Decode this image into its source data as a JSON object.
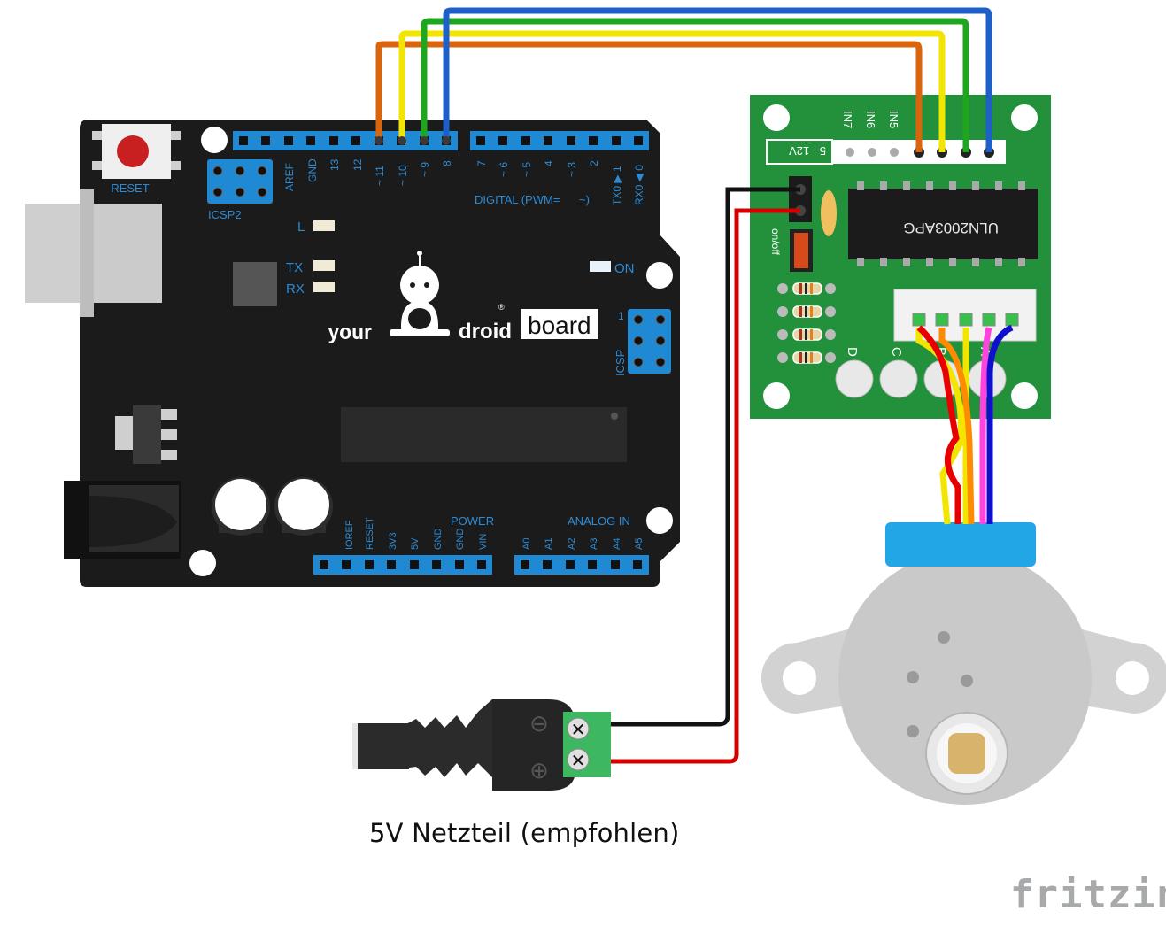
{
  "caption": "5V Netzteil (empfohlen)",
  "watermark": "fritzing",
  "arduino": {
    "reset_label": "RESET",
    "icsp2_label": "ICSP2",
    "icsp_label": "ICSP",
    "icsp_pin1": "1",
    "led_l": "L",
    "led_tx": "TX",
    "led_rx": "RX",
    "led_on": "ON",
    "brand_your": "your",
    "brand_droid": "droid",
    "brand_board": "board",
    "registered": "®",
    "digital_label": "DIGITAL  (PWM=",
    "digital_tilde": "~)",
    "power_label": "POWER",
    "analog_label": "ANALOG  IN",
    "top_pins": [
      "AREF",
      "GND",
      "13",
      "12",
      "~ 11",
      "~ 10",
      "~ 9",
      "8"
    ],
    "top_pins_right": [
      "7",
      "~ 6",
      "~ 5",
      "4",
      "~ 3",
      "2",
      "TX0 ▶ 1",
      "RX0 ◀ 0"
    ],
    "power_pins": [
      "IOREF",
      "RESET",
      "3V3",
      "5V",
      "GND",
      "GND",
      "VIN"
    ],
    "analog_pins": [
      "A0",
      "A1",
      "A2",
      "A3",
      "A4",
      "A5"
    ]
  },
  "driver": {
    "chip_label": "ULN2003APG",
    "voltage_label": "5 - 12V",
    "switch_label": "on/off",
    "inputs": [
      "IN7",
      "IN6",
      "IN5"
    ],
    "leds": [
      "D",
      "C",
      "B",
      "A"
    ]
  },
  "jack": {
    "minus": "⊖",
    "plus": "⊕"
  },
  "colors": {
    "board_black": "#1b1b1b",
    "header_blue": "#1f8ad3",
    "driver_green": "#1f8a3a",
    "wire_orange": "#d9650e",
    "wire_yellow": "#f2e600",
    "wire_green": "#1fa51f",
    "wire_blue": "#1f5fc8",
    "wire_red": "#d40000",
    "wire_black": "#111111",
    "motor_grey": "#c9c9c9",
    "motor_cap": "#22a6e6"
  }
}
